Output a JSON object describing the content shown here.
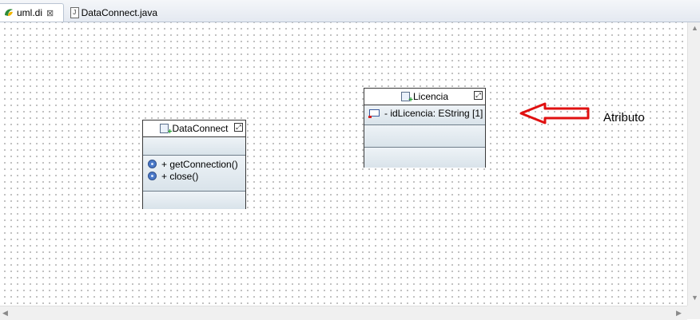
{
  "tabs": [
    {
      "label": "uml.di",
      "close": "⊠",
      "active": true
    },
    {
      "label": "DataConnect.java",
      "active": false
    }
  ],
  "classes": {
    "dataconnect": {
      "name": "DataConnect",
      "operations": [
        "+ getConnection()",
        "+ close()"
      ],
      "attributes": []
    },
    "licencia": {
      "name": "Licencia",
      "attributes": [
        "- idLicencia: EString [1]"
      ],
      "operations": []
    }
  },
  "annotation": {
    "label": "Atributo",
    "arrow_color": "#e01010"
  },
  "icons": {
    "tab_di": "papyrus-diagram-icon",
    "tab_java": "java-file-icon",
    "class": "uml-class-icon",
    "operation": "operation-icon",
    "attribute": "attribute-icon",
    "collapse": "collapse-icon"
  }
}
